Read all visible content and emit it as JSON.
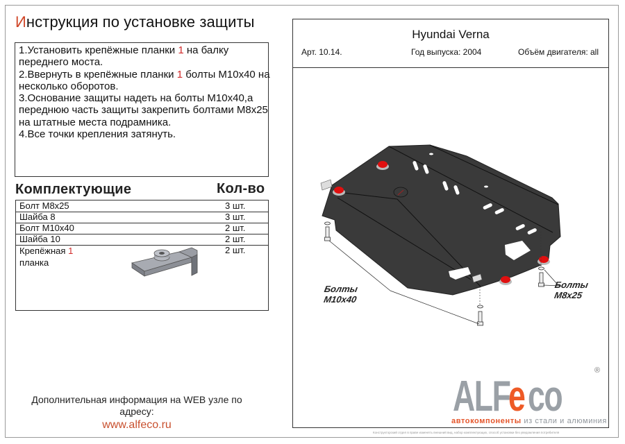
{
  "title": {
    "first_letter": "И",
    "rest": "нструкция по установке защиты"
  },
  "instructions": {
    "lines": [
      {
        "pre": "1.Установить крепёжные планки ",
        "num": "1",
        "post": " на балку"
      },
      {
        "pre": "переднего моста.",
        "num": "",
        "post": ""
      },
      {
        "pre": "2.Ввернуть в крепёжные планки ",
        "num": "1",
        "post": " болты М10х40 на"
      },
      {
        "pre": "несколько оборотов.",
        "num": "",
        "post": ""
      },
      {
        "pre": "3.Основание защиты надеть на болты М10х40,а",
        "num": "",
        "post": ""
      },
      {
        "pre": "переднюю часть защиты закрепить болтами М8х25",
        "num": "",
        "post": ""
      },
      {
        "pre": "на штатные места подрамника.",
        "num": "",
        "post": ""
      },
      {
        "pre": "4.Все точки крепления затянуть.",
        "num": "",
        "post": ""
      }
    ]
  },
  "components": {
    "header": "Комплектующие",
    "qty_header": "Кол-во",
    "rows": [
      {
        "name": "Болт М8х25",
        "qty": "3 шт."
      },
      {
        "name": "Шайба 8",
        "qty": "3 шт."
      },
      {
        "name": "Болт М10х40",
        "qty": "2 шт."
      },
      {
        "name": "Шайба 10",
        "qty": "2 шт."
      },
      {
        "name": "Крепёжная",
        "num": "1",
        "name2": "планка",
        "qty": "2 шт."
      }
    ]
  },
  "web": {
    "info": "Дополнительная информация на WEB узле по адресу:",
    "url": "www.alfeco.ru"
  },
  "product": {
    "car": "Hyundai Verna",
    "article": "Арт. 10.14.",
    "year": "Год выпуска: 2004",
    "engine": "Объём двигателя: all"
  },
  "diagram": {
    "label_left_1": "Болты",
    "label_left_2": "М10х40",
    "label_right_1": "Болты",
    "label_right_2": "М8х25",
    "colors": {
      "plate": "#3a3a3a",
      "bolt_cap": "#e01010"
    }
  },
  "logo": {
    "alf": "ALF",
    "e": "e",
    "co": "co",
    "reg": "®",
    "tag_1": "автокомпоненты",
    "tag_2": " из стали и алюминия",
    "colors": {
      "grey": "#9aa0a6",
      "orange": "#ee5a26"
    }
  },
  "fineprint": "Конструкторский отдел в праве изменять внешний вид, набор комплектующих, способ установки без уведомления потребителя"
}
